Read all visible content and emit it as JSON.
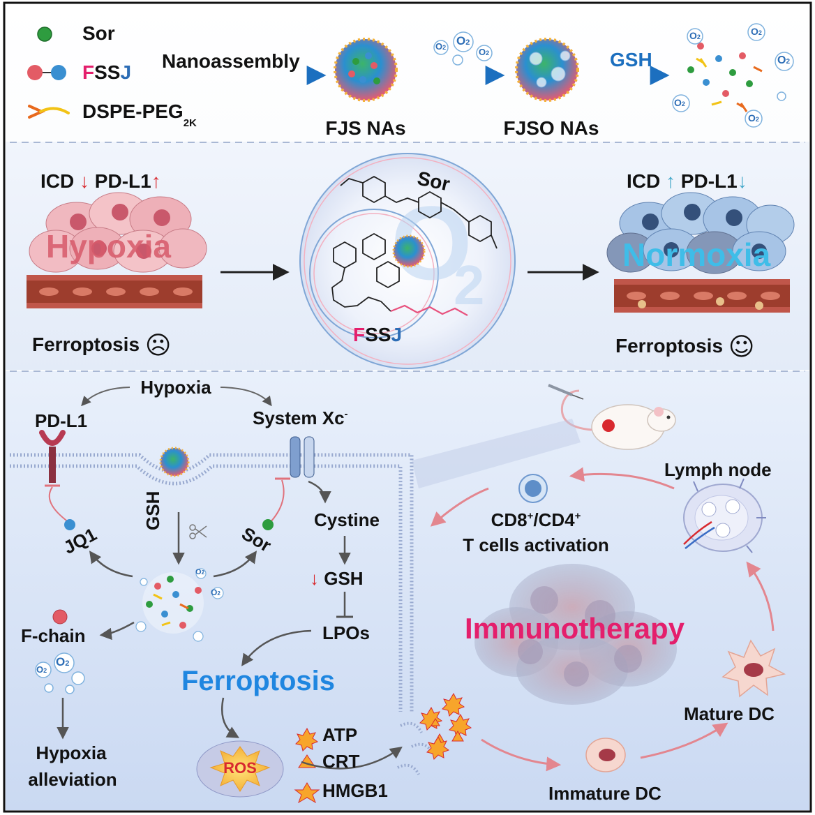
{
  "legend": {
    "sor": "Sor",
    "fssj": {
      "f": "F",
      "ss": "SS",
      "j": "J"
    },
    "dspe": "DSPE-PEG",
    "dspe_sub": "2K"
  },
  "assembly": {
    "nanoassembly": "Nanoassembly",
    "fjs": "FJS NAs",
    "fjso": "FJSO NAs",
    "gsh": "GSH",
    "o2": "O",
    "o2_sub": "2"
  },
  "hypoxia_panel": {
    "icd": "ICD",
    "pdl1": "PD-L1",
    "down_arrow": "↓",
    "up_arrow": "↑",
    "word": "Hypoxia",
    "ferroptosis": "Ferroptosis",
    "face": "☹"
  },
  "normoxia_panel": {
    "icd": "ICD",
    "pdl1": "PD-L1",
    "up_arrow": "↑",
    "down_arrow": "↓",
    "word": "Normoxia",
    "ferroptosis": "Ferroptosis",
    "face": "☺"
  },
  "center_panel": {
    "sor": "Sor",
    "fssj": {
      "f": "F",
      "ss": "SS",
      "j": "J"
    },
    "o2_big": "O",
    "o2_big_sub": "2"
  },
  "mechanism": {
    "hypoxia_top": "Hypoxia",
    "pdl1": "PD-L1",
    "system_xc": "System Xc",
    "system_xc_sup": "-",
    "jq1": "JQ1",
    "gsh_vertical": "GSH",
    "sor": "Sor",
    "cystine": "Cystine",
    "down_arrow": "↓",
    "gsh": "GSH",
    "lpos": "LPOs",
    "fchain": "F-chain",
    "ferroptosis": "Ferroptosis",
    "hypoxia_alleviation_1": "Hypoxia",
    "hypoxia_alleviation_2": "alleviation",
    "ros": "ROS",
    "atp": "ATP",
    "crt": "CRT",
    "hmgb1": "HMGB1"
  },
  "immuno": {
    "lymph_node": "Lymph node",
    "tcell_1": "CD8",
    "tcell_sup1": "+",
    "tcell_mid": "/CD4",
    "tcell_sup2": "+",
    "tcell_2": "T cells activation",
    "immunotherapy": "Immunotherapy",
    "mature_dc": "Mature DC",
    "immature_dc": "Immature DC"
  },
  "colors": {
    "pink_accent": "#e41f6c",
    "red_accent": "#d8292f",
    "blue_accent": "#2b6cb5",
    "ferroptosis_blue": "#1f86e0",
    "normoxia_cyan": "#3fbde8",
    "hypoxia_red": "#d75a6a"
  }
}
